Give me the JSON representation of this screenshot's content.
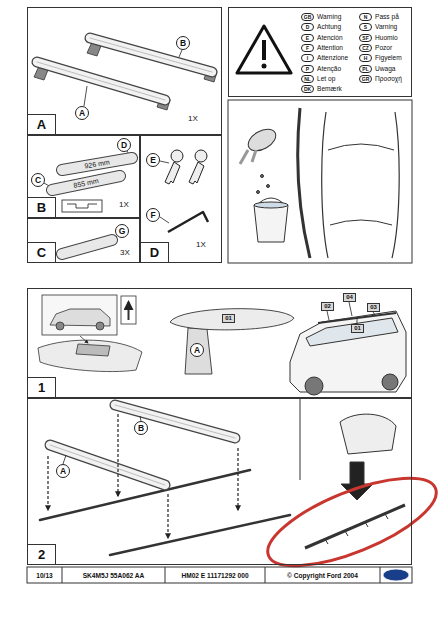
{
  "diagram": {
    "nodes": [
      {
        "text": [
          "A",
          "1X"
        ]
      },
      {
        "text": [
          "B"
        ],
        "in": 0
      },
      {
        "text": [
          "A"
        ],
        "in": 0
      },
      {
        "text": [
          "GB",
          "Warning",
          "D",
          "Achtung",
          "E",
          "Atención",
          "F",
          "Attention",
          "I",
          "Attenzione",
          "P",
          "Atenção",
          "NL",
          "Let op",
          "DK",
          "Bemærk",
          "N",
          "Pass på",
          "S",
          "Varning",
          "SF",
          "Huomio",
          "CZ",
          "Pozor",
          "H",
          "Figyelem",
          "PL",
          "Uwaga",
          "GR",
          "Προσοχή"
        ]
      },
      {
        "text": [
          "B",
          "1X"
        ]
      },
      {
        "text": [
          "D"
        ],
        "in": 4
      },
      {
        "text": [
          "C"
        ],
        "in": 4
      },
      {
        "text": [
          "D",
          "1X"
        ]
      },
      {
        "text": [
          "E"
        ],
        "in": 7
      },
      {
        "text": [
          "F"
        ],
        "in": 7
      },
      {
        "text": [
          "C",
          "3X"
        ]
      },
      {
        "text": [
          "G"
        ],
        "in": 10
      },
      {
        "text": [
          "1"
        ]
      },
      {
        "text": [
          "01"
        ],
        "in": 12
      },
      {
        "text": [
          "A"
        ],
        "in": 12
      },
      {
        "text": [
          "02"
        ],
        "in": 12
      },
      {
        "text": [
          "04"
        ],
        "in": 12
      },
      {
        "text": [
          "03"
        ],
        "in": 12
      },
      {
        "text": [
          "01"
        ],
        "in": 12
      },
      {
        "text": [
          "2"
        ]
      },
      {
        "text": [
          "B"
        ],
        "in": 19
      },
      {
        "text": [
          "A"
        ],
        "in": 19
      }
    ],
    "labels": [
      "926 mm",
      "855 mm",
      "10/13",
      "SK4M5J 55A062 AA",
      "HM02 E 11171292 000",
      "© Copyright Ford 2004"
    ]
  }
}
